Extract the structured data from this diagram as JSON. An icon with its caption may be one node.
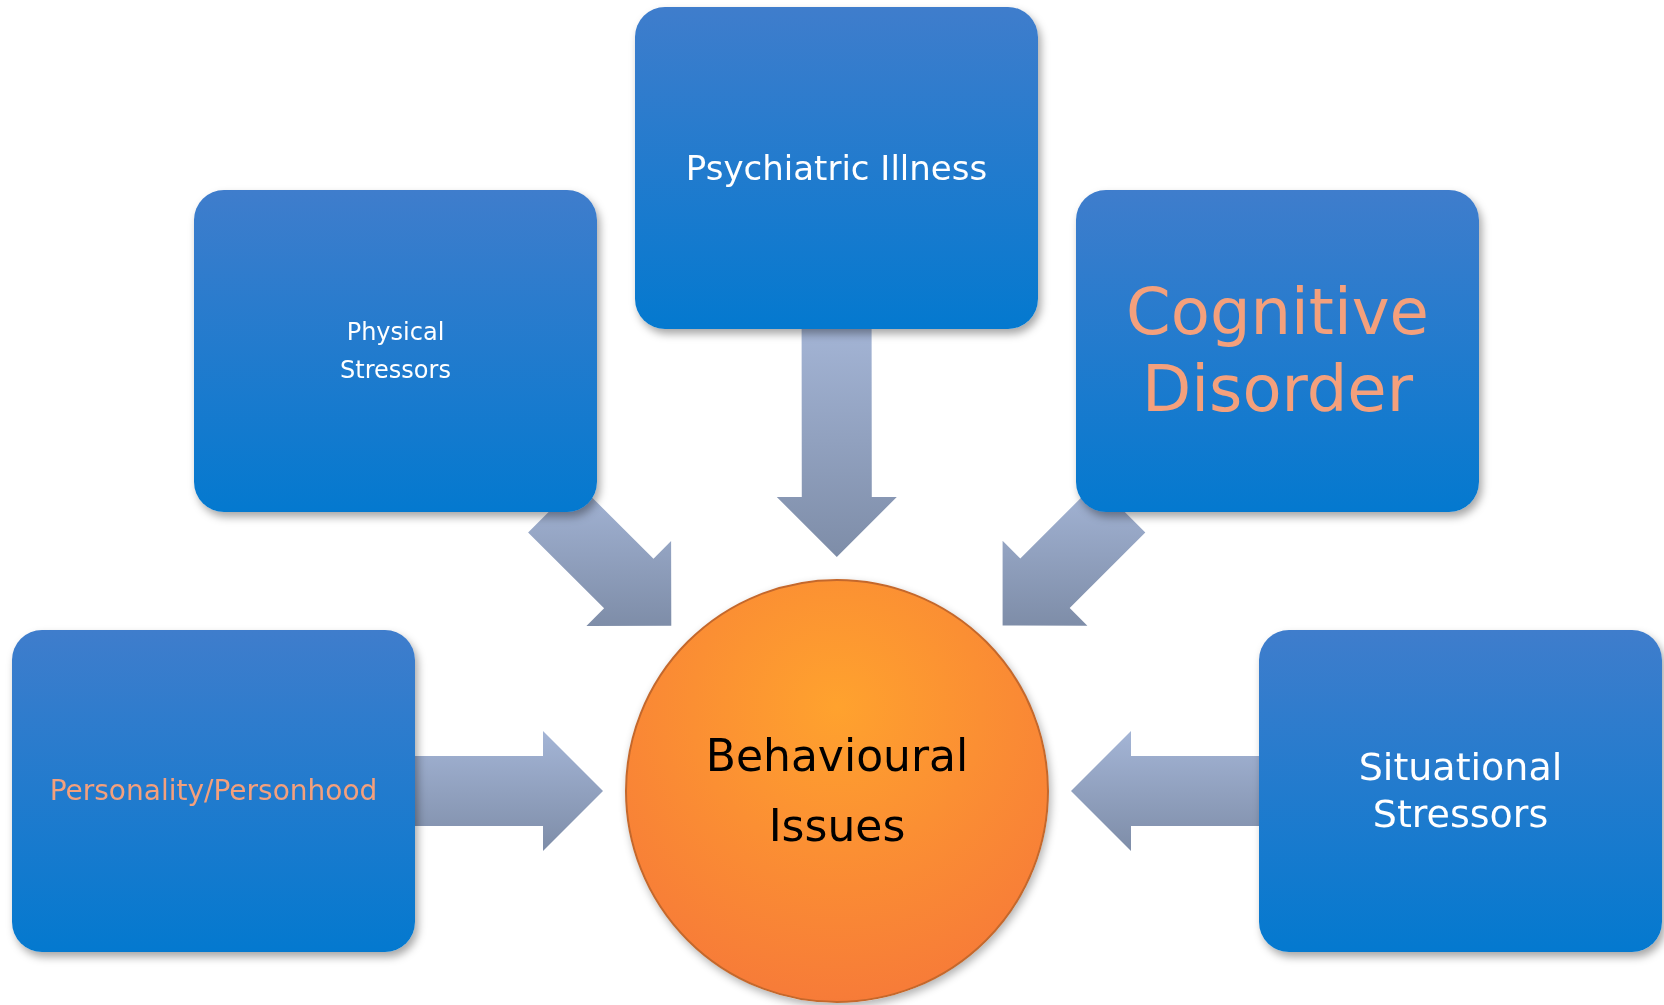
{
  "diagram": {
    "nodes": [
      {
        "text": [
          "Psychiatric Illness"
        ]
      },
      {
        "text": [
          "Physical Stressors"
        ]
      },
      {
        "text": [
          "Cognitive Disorder"
        ]
      },
      {
        "text": [
          "Personality/Personhood"
        ]
      },
      {
        "text": [
          "Behavioural Issues"
        ]
      },
      {
        "text": [
          "Situational Stressors"
        ]
      }
    ],
    "edges": [
      {
        "from": 0,
        "to": 4,
        "arrow": "to"
      },
      {
        "from": 1,
        "to": 4,
        "arrow": "to"
      },
      {
        "from": 2,
        "to": 4,
        "arrow": "to"
      },
      {
        "from": 3,
        "to": 4,
        "arrow": "to"
      },
      {
        "from": 5,
        "to": 4,
        "arrow": "to"
      }
    ]
  }
}
